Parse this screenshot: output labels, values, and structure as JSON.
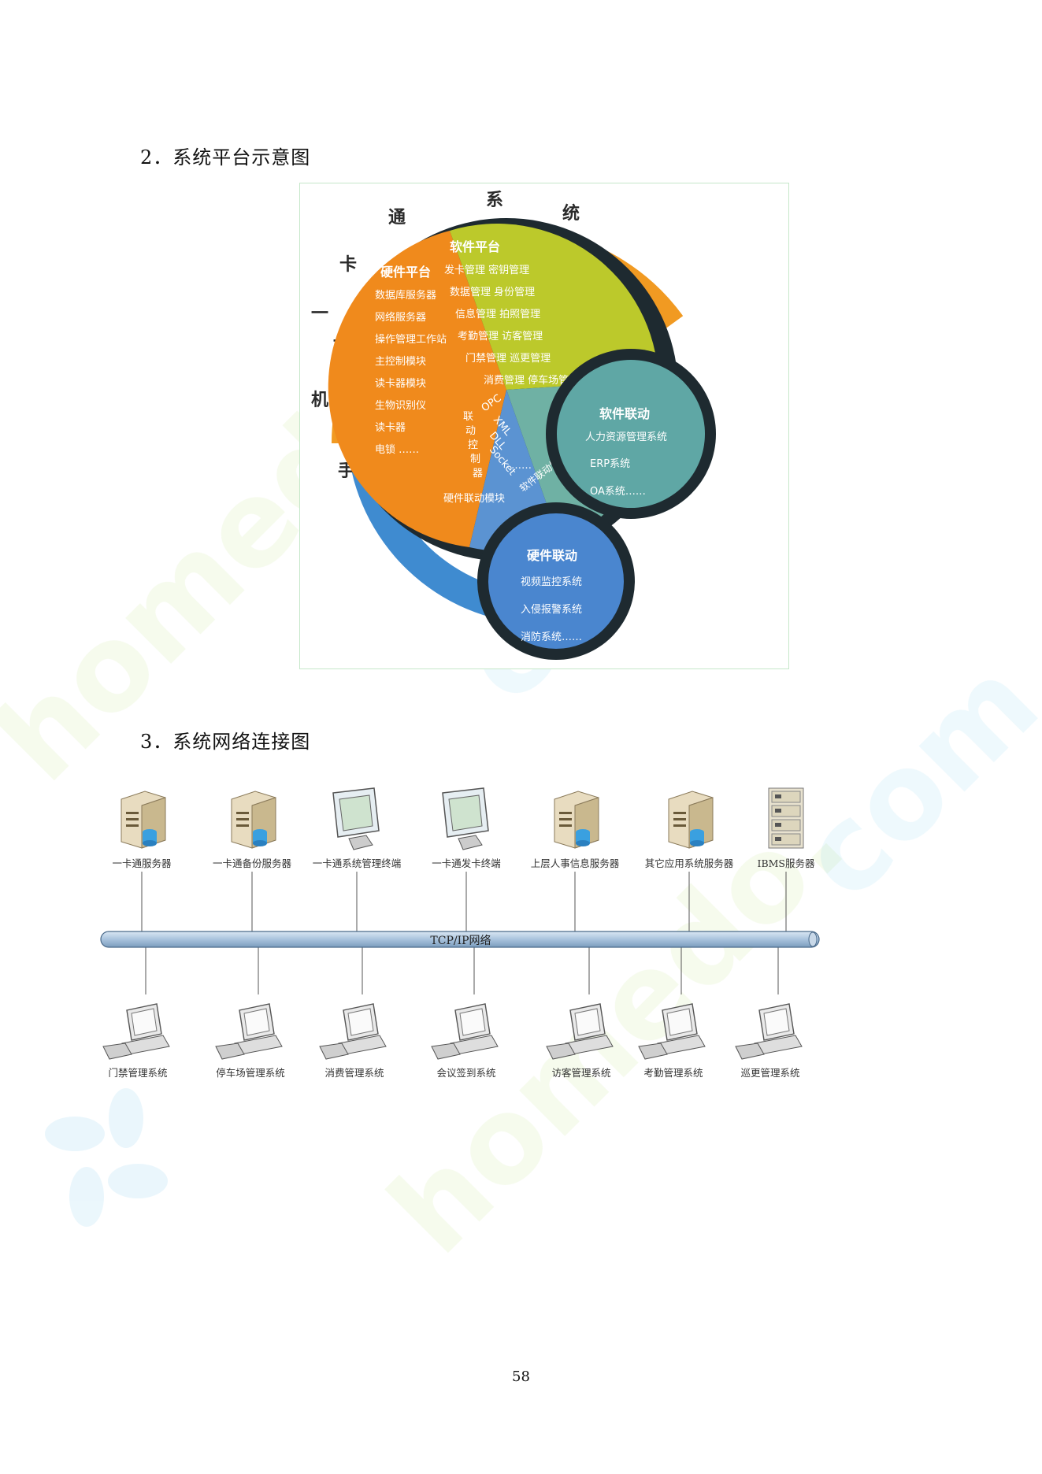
{
  "sections": {
    "platform_title": "2．系统平台示意图",
    "network_title": "3．系统网络连接图"
  },
  "platform": {
    "ring_chars": [
      "一",
      "卡",
      "通",
      "系",
      "统",
      "一",
      "机",
      "手"
    ],
    "hardware": {
      "title": "硬件平台",
      "items": [
        "数据库服务器",
        "网络服务器",
        "操作管理工作站",
        "主控制模块",
        "读卡器模块",
        "生物识别仪",
        "读卡器",
        "电锁 ……"
      ]
    },
    "software": {
      "title": "软件平台",
      "items": [
        "发卡管理  密钥管理",
        "数据管理  身份管理",
        "信息管理  拍照管理",
        "考勤管理  访客管理",
        "门禁管理  巡更管理",
        "消费管理  停车场管理",
        "……"
      ]
    },
    "linkage_controller": [
      "联",
      "动",
      "控",
      "制",
      "器"
    ],
    "hardware_linkage_module": "硬件联动模块",
    "protocols": [
      "OPC",
      "XML",
      "DLL",
      "Socket",
      "……"
    ],
    "software_linkage_protocol": "软件联动协议",
    "software_linkage": {
      "title": "软件联动",
      "items": [
        "人力资源管理系统",
        "ERP系统",
        "OA系统……"
      ]
    },
    "hardware_linkage": {
      "title": "硬件联动",
      "items": [
        "视频监控系统",
        "入侵报警系统",
        "消防系统……"
      ]
    },
    "colors": {
      "ring": "#f19a22",
      "ring_blue": "#3f8bd0",
      "ring_teal": "#5aa5a3",
      "dark": "#1e2a30",
      "hardware": "#f08a1c",
      "software": "#bcc92b",
      "controller": "#5b93d2",
      "protocol": "#6fb1a4"
    }
  },
  "network": {
    "top_nodes": [
      {
        "label": "一卡通服务器",
        "type": "server"
      },
      {
        "label": "一卡通备份服务器",
        "type": "server"
      },
      {
        "label": "一卡通系统管理终端",
        "type": "monitor"
      },
      {
        "label": "一卡通发卡终端",
        "type": "monitor"
      },
      {
        "label": "上层人事信息服务器",
        "type": "server"
      },
      {
        "label": "其它应用系统服务器",
        "type": "server"
      },
      {
        "label": "IBMS服务器",
        "type": "rack"
      }
    ],
    "backbone_label": "TCP/IP网络",
    "bottom_nodes": [
      {
        "label": "门禁管理系统"
      },
      {
        "label": "停车场管理系统"
      },
      {
        "label": "消费管理系统"
      },
      {
        "label": "会议签到系统"
      },
      {
        "label": "访客管理系统"
      },
      {
        "label": "考勤管理系统"
      },
      {
        "label": "巡更管理系统"
      }
    ]
  },
  "page_number": "58"
}
